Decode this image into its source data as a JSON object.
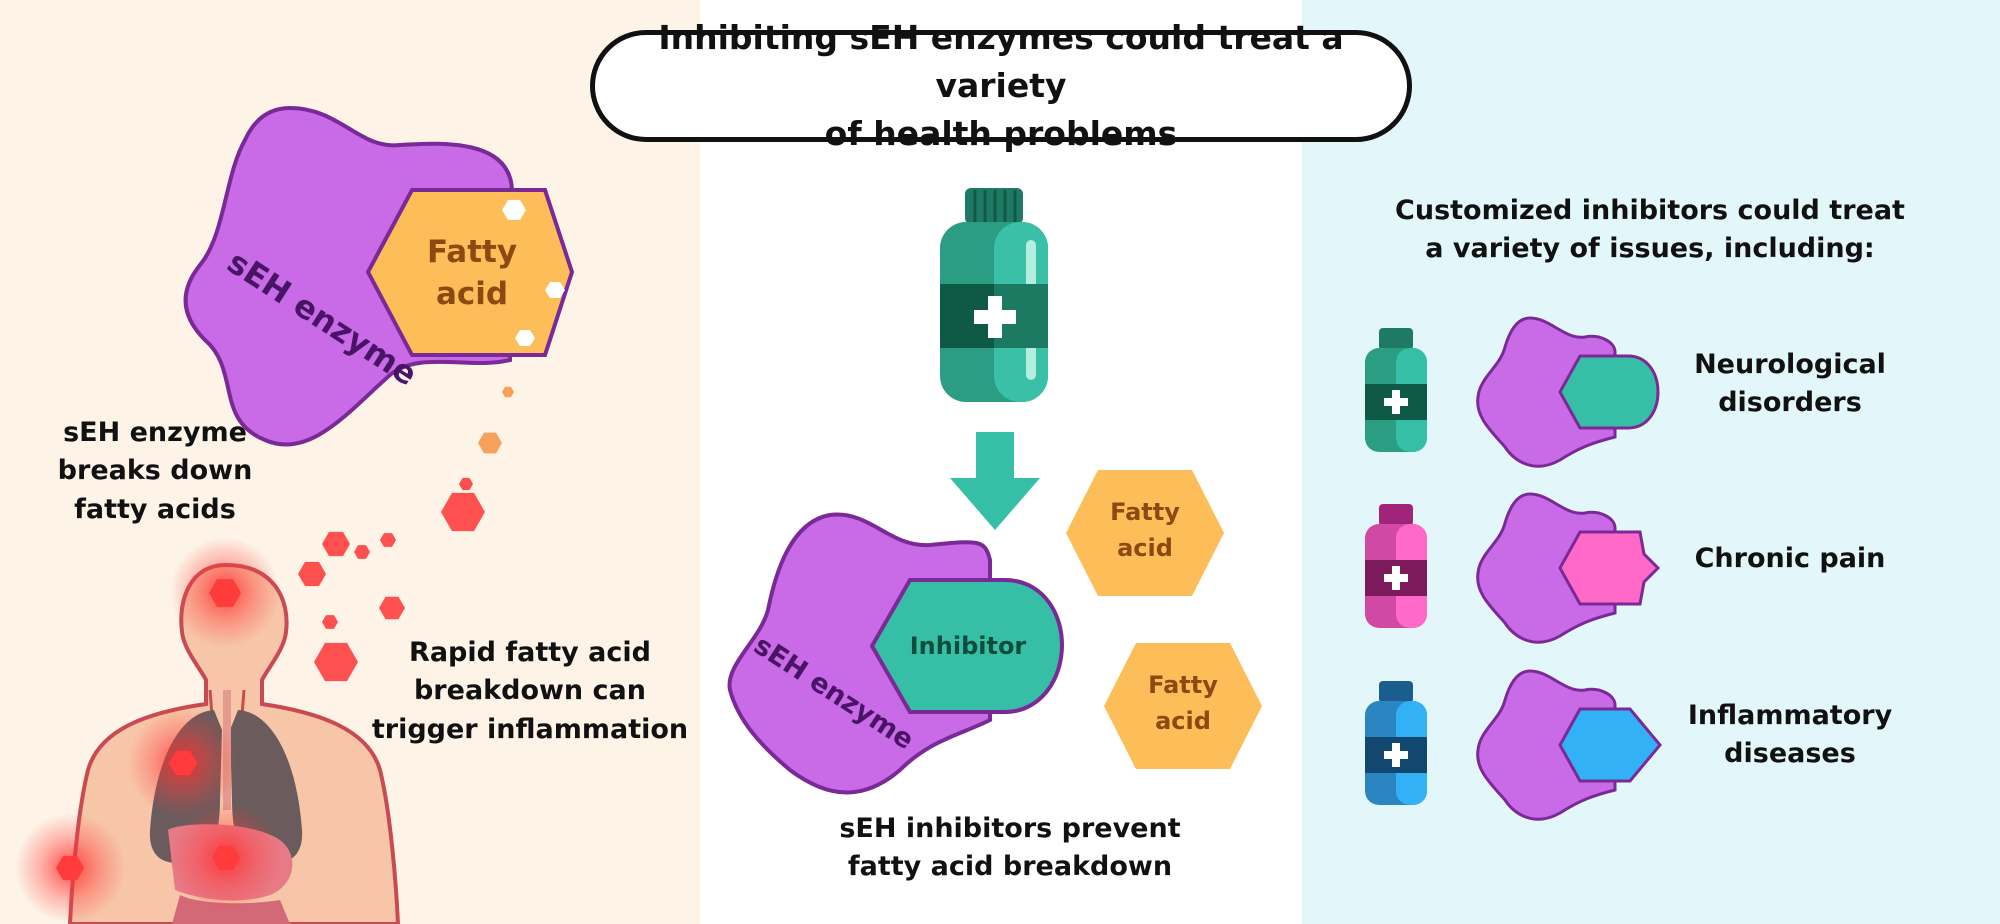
{
  "title": "Inhibiting sEH enzymes could treat a variety\nof health problems",
  "left": {
    "enzyme_label": "sEH enzyme",
    "fatty_acid_label": "Fatty\nacid",
    "caption_breakdown": "sEH enzyme\nbreaks down\nfatty acids",
    "caption_inflammation": "Rapid fatty acid\nbreakdown can\ntrigger inflammation"
  },
  "middle": {
    "enzyme_label": "sEH enzyme",
    "inhibitor_label": "Inhibitor",
    "fatty_acid_1": "Fatty\nacid",
    "fatty_acid_2": "Fatty\nacid",
    "caption": "sEH inhibitors prevent\nfatty acid breakdown"
  },
  "right": {
    "heading": "Customized inhibitors could treat\na variety of issues, including:",
    "conditions": [
      {
        "label": "Neurological\ndisorders",
        "color": "#36bfa6"
      },
      {
        "label": "Chronic pain",
        "color": "#ff69c8"
      },
      {
        "label": "Inflammatory\ndiseases",
        "color": "#33b1f7"
      }
    ]
  },
  "colors": {
    "enzyme": "#c96ae6",
    "enzyme_outline": "#7a2a96",
    "fatty_acid": "#fdbd58",
    "inhibitor": "#36bfa6",
    "inflammation": "#ff3b3b"
  }
}
